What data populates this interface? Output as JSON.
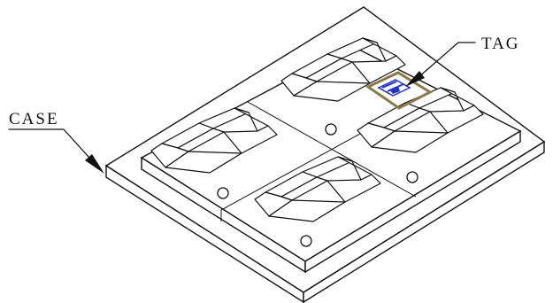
{
  "labels": {
    "tag": "TAG",
    "case": "CASE"
  },
  "colors": {
    "tag_frame": "#8a7a4a",
    "tag_ink": "#2233cc",
    "line": "#111111"
  },
  "digits": 4
}
